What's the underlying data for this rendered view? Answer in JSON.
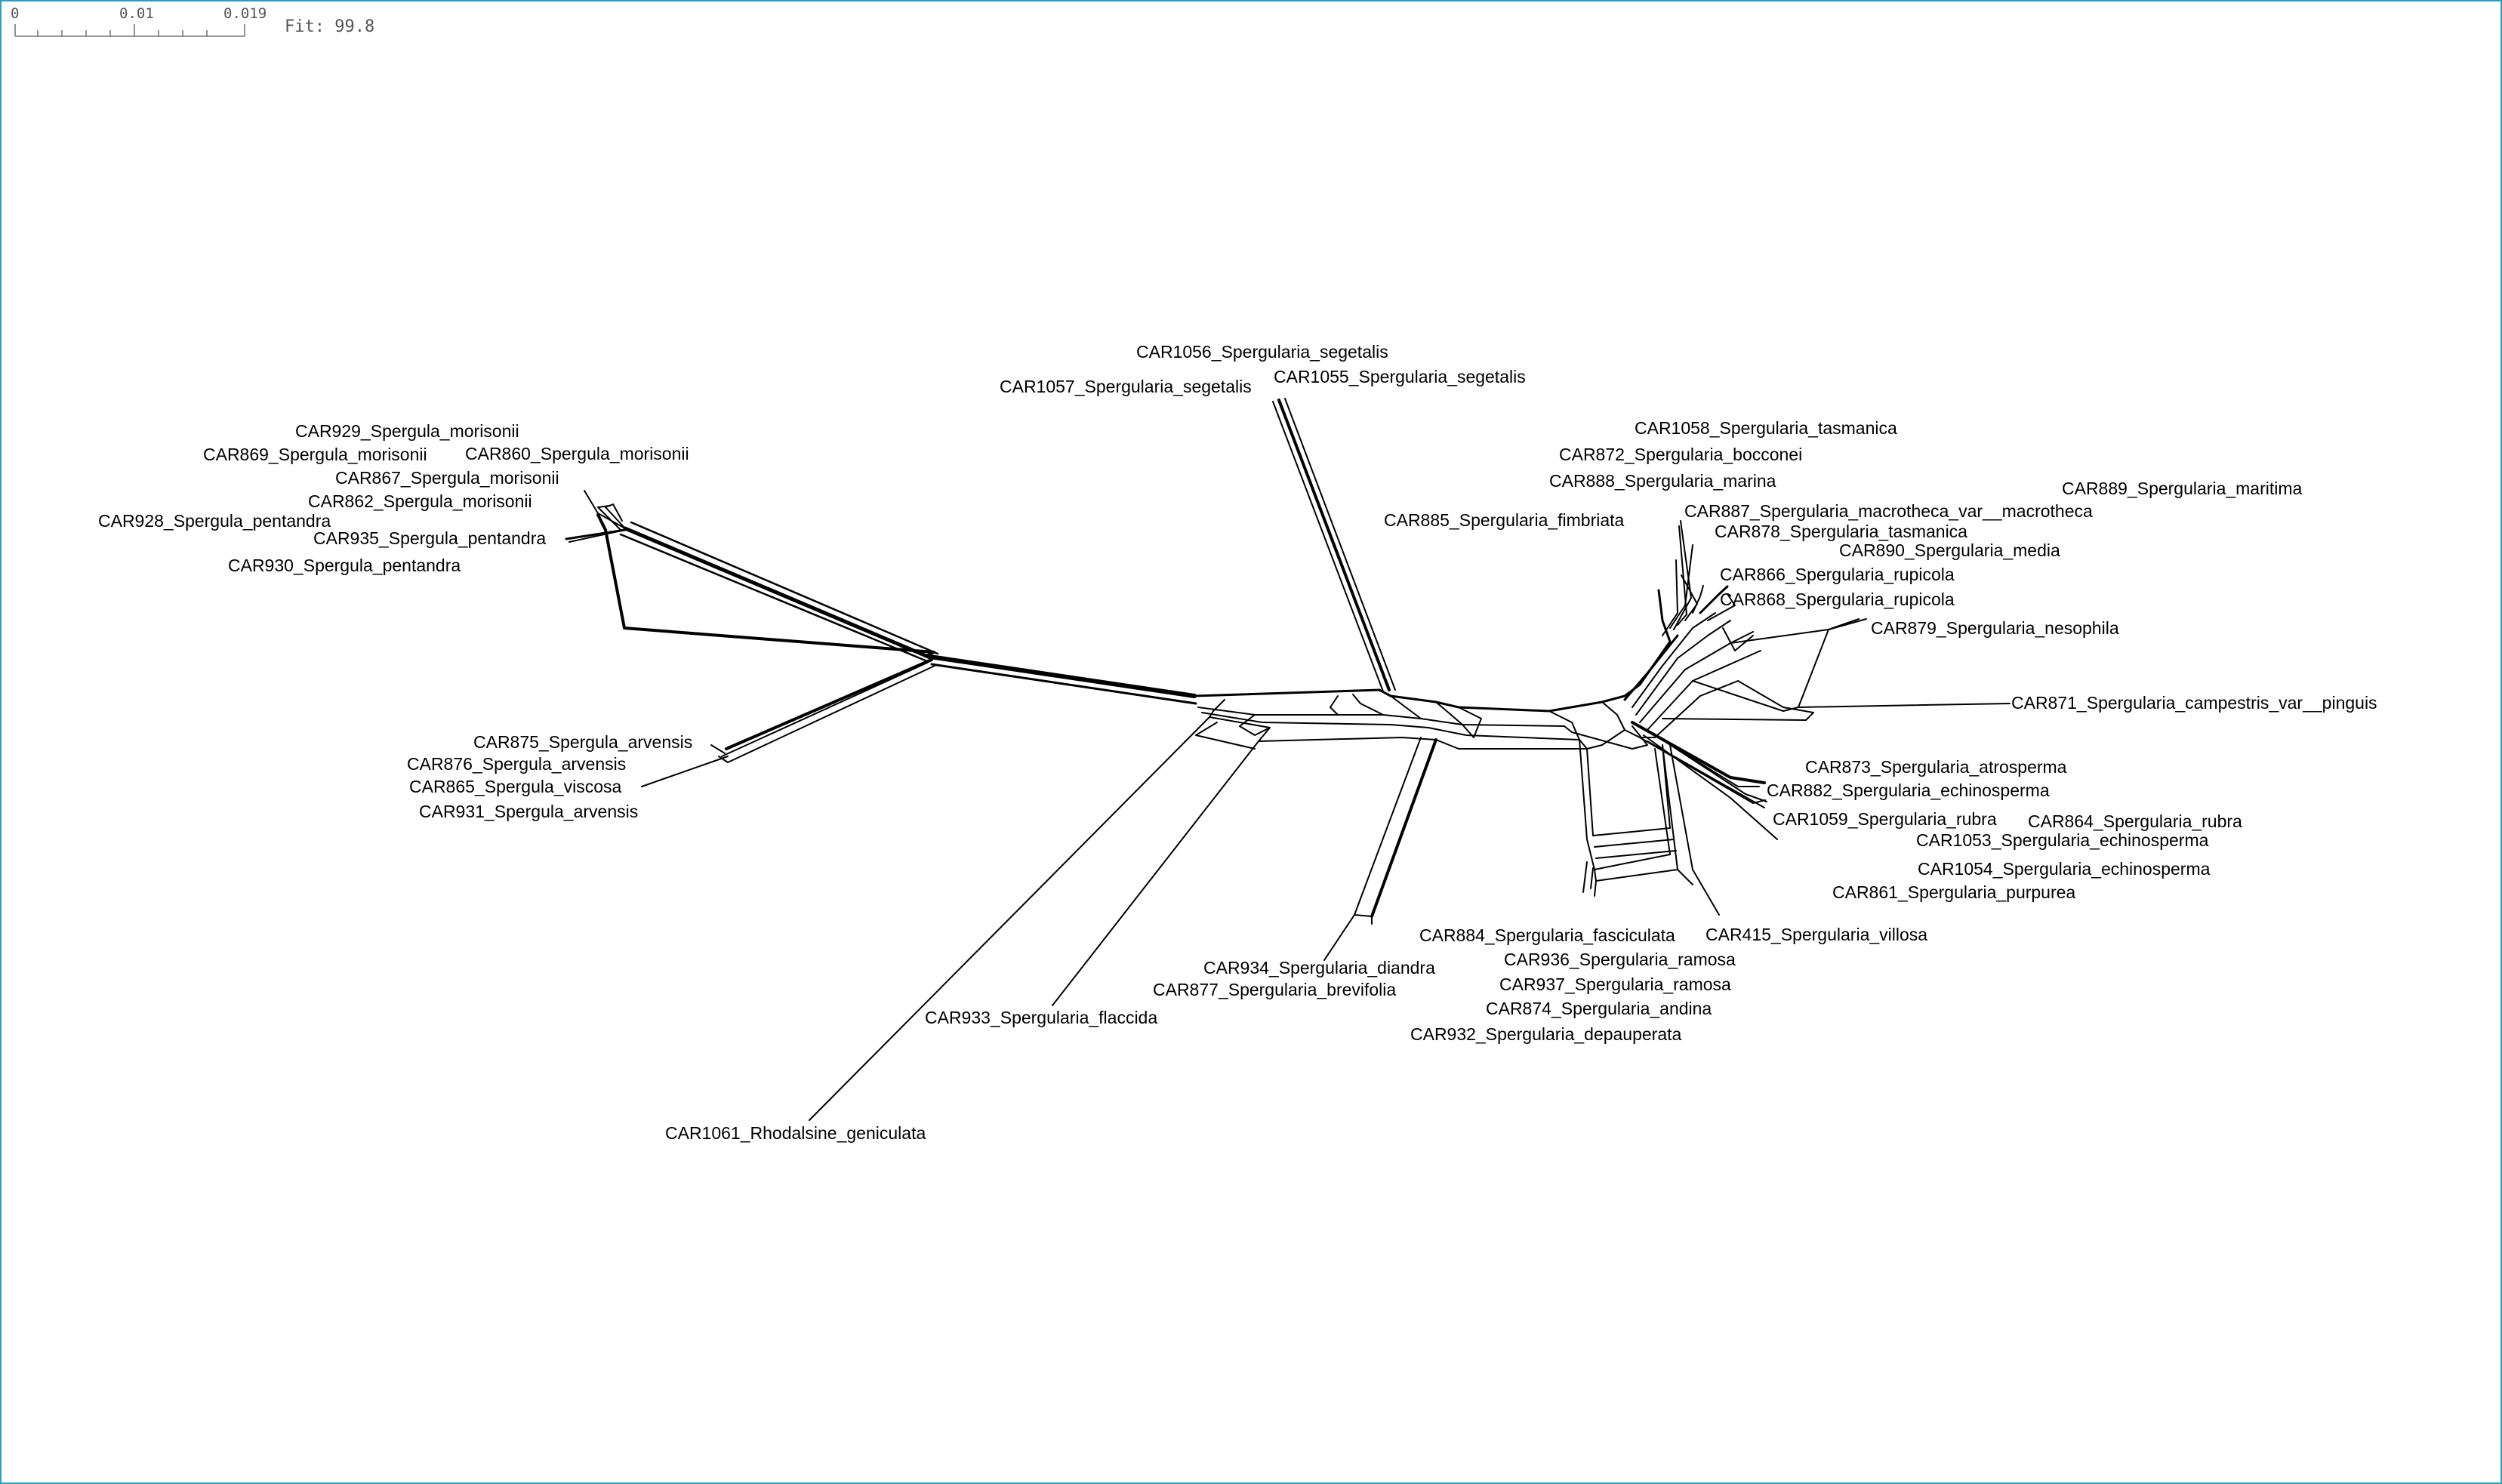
{
  "scale_bar": {
    "labels": [
      "0",
      "0.01",
      "0.019"
    ]
  },
  "fit": "Fit: 99.8",
  "taxa": [
    "CAR1056_Spergularia_segetalis",
    "CAR1057_Spergularia_segetalis",
    "CAR1055_Spergularia_segetalis",
    "CAR929_Spergula_morisonii",
    "CAR869_Spergula_morisonii",
    "CAR860_Spergula_morisonii",
    "CAR867_Spergula_morisonii",
    "CAR862_Spergula_morisonii",
    "CAR928_Spergula_pentandra",
    "CAR935_Spergula_pentandra",
    "CAR930_Spergula_pentandra",
    "CAR875_Spergula_arvensis",
    "CAR876_Spergula_arvensis",
    "CAR865_Spergula_viscosa",
    "CAR931_Spergula_arvensis",
    "CAR1058_Spergularia_tasmanica",
    "CAR872_Spergularia_bocconei",
    "CAR888_Spergularia_marina",
    "CAR889_Spergularia_maritima",
    "CAR887_Spergularia_macrotheca_var__macrotheca",
    "CAR885_Spergularia_fimbriata",
    "CAR878_Spergularia_tasmanica",
    "CAR890_Spergularia_media",
    "CAR866_Spergularia_rupicola",
    "CAR868_Spergularia_rupicola",
    "CAR879_Spergularia_nesophila",
    "CAR871_Spergularia_campestris_var__pinguis",
    "CAR873_Spergularia_atrosperma",
    "CAR882_Spergularia_echinosperma",
    "CAR1059_Spergularia_rubra",
    "CAR864_Spergularia_rubra",
    "CAR1053_Spergularia_echinosperma",
    "CAR1054_Spergularia_echinosperma",
    "CAR861_Spergularia_purpurea",
    "CAR884_Spergularia_fasciculata",
    "CAR415_Spergularia_villosa",
    "CAR936_Spergularia_ramosa",
    "CAR937_Spergularia_ramosa",
    "CAR874_Spergularia_andina",
    "CAR932_Spergularia_depauperata",
    "CAR934_Spergularia_diandra",
    "CAR877_Spergularia_brevifolia",
    "CAR933_Spergularia_flaccida",
    "CAR1061_Rhodalsine_geniculata"
  ]
}
